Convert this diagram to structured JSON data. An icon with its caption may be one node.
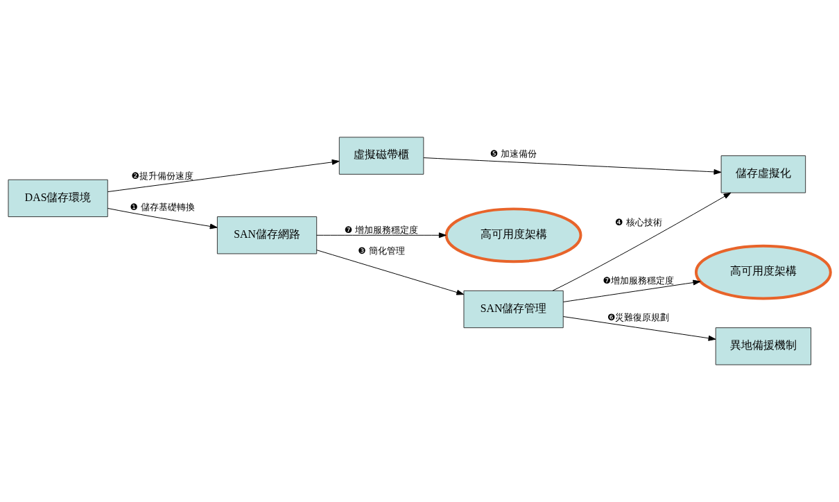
{
  "diagram": {
    "nodes": [
      {
        "text": [
          "DAS儲存環境"
        ]
      },
      {
        "text": [
          "虛擬磁帶櫃"
        ]
      },
      {
        "text": [
          "SAN儲存網路"
        ]
      },
      {
        "text": [
          "高可用度架構"
        ]
      },
      {
        "text": [
          "SAN儲存管理"
        ]
      },
      {
        "text": [
          "高可用度架構"
        ]
      },
      {
        "text": [
          "儲存虛擬化"
        ]
      },
      {
        "text": [
          "異地備援機制"
        ]
      }
    ],
    "edges": [
      {
        "from": 0,
        "to": 1,
        "arrow": "to",
        "label": "❷提升備份速度"
      },
      {
        "from": 0,
        "to": 2,
        "arrow": "to",
        "label": "❶ 儲存基礎轉換"
      },
      {
        "from": 2,
        "to": 3,
        "arrow": "to",
        "label": "❼ 增加服務穩定度"
      },
      {
        "from": 2,
        "to": 4,
        "arrow": "to",
        "label": "❸ 簡化管理"
      },
      {
        "from": 1,
        "to": 6,
        "arrow": "to",
        "label": "❺ 加速備份"
      },
      {
        "from": 4,
        "to": 5,
        "arrow": "to",
        "label": "❼增加服務穩定度"
      },
      {
        "from": 4,
        "to": 6,
        "arrow": "to",
        "label": "❹ 核心技術"
      },
      {
        "from": 4,
        "to": 7,
        "arrow": "to",
        "label": "❻災難復原規劃"
      }
    ]
  }
}
